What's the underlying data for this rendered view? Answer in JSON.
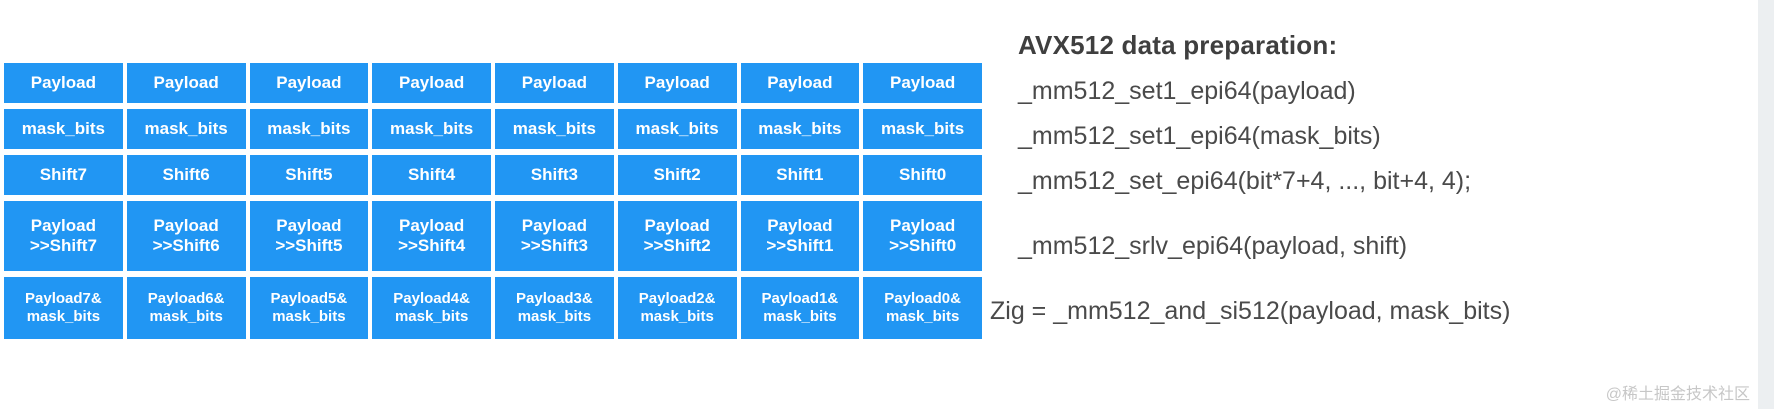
{
  "diagram": {
    "grid": {
      "columns": 8,
      "cell_color": "#2196f3",
      "cell_text_color": "#ffffff",
      "rows": [
        {
          "name": "payload-row",
          "cells": [
            [
              "Payload"
            ],
            [
              "Payload"
            ],
            [
              "Payload"
            ],
            [
              "Payload"
            ],
            [
              "Payload"
            ],
            [
              "Payload"
            ],
            [
              "Payload"
            ],
            [
              "Payload"
            ]
          ]
        },
        {
          "name": "mask-bits-row",
          "cells": [
            [
              "mask_bits"
            ],
            [
              "mask_bits"
            ],
            [
              "mask_bits"
            ],
            [
              "mask_bits"
            ],
            [
              "mask_bits"
            ],
            [
              "mask_bits"
            ],
            [
              "mask_bits"
            ],
            [
              "mask_bits"
            ]
          ]
        },
        {
          "name": "shift-row",
          "cells": [
            [
              "Shift7"
            ],
            [
              "Shift6"
            ],
            [
              "Shift5"
            ],
            [
              "Shift4"
            ],
            [
              "Shift3"
            ],
            [
              "Shift2"
            ],
            [
              "Shift1"
            ],
            [
              "Shift0"
            ]
          ]
        },
        {
          "name": "payload-shifted-row",
          "cells": [
            [
              "Payload",
              ">>Shift7"
            ],
            [
              "Payload",
              ">>Shift6"
            ],
            [
              "Payload",
              ">>Shift5"
            ],
            [
              "Payload",
              ">>Shift4"
            ],
            [
              "Payload",
              ">>Shift3"
            ],
            [
              "Payload",
              ">>Shift2"
            ],
            [
              "Payload",
              ">>Shift1"
            ],
            [
              "Payload",
              ">>Shift0"
            ]
          ]
        },
        {
          "name": "payload-and-mask-row",
          "cells": [
            [
              "Payload7&",
              "mask_bits"
            ],
            [
              "Payload6&",
              "mask_bits"
            ],
            [
              "Payload5&",
              "mask_bits"
            ],
            [
              "Payload4&",
              "mask_bits"
            ],
            [
              "Payload3&",
              "mask_bits"
            ],
            [
              "Payload2&",
              "mask_bits"
            ],
            [
              "Payload1&",
              "mask_bits"
            ],
            [
              "Payload0&",
              "mask_bits"
            ]
          ]
        }
      ]
    },
    "notes": {
      "title": "AVX512 data preparation:",
      "lines": [
        "_mm512_set1_epi64(payload)",
        "_mm512_set1_epi64(mask_bits)",
        "_mm512_set_epi64(bit*7+4, ..., bit+4, 4);"
      ],
      "srlv_line": "_mm512_srlv_epi64(payload, shift)",
      "result_line": "Zig = _mm512_and_si512(payload, mask_bits)"
    },
    "watermark": "@稀土掘金技术社区"
  }
}
